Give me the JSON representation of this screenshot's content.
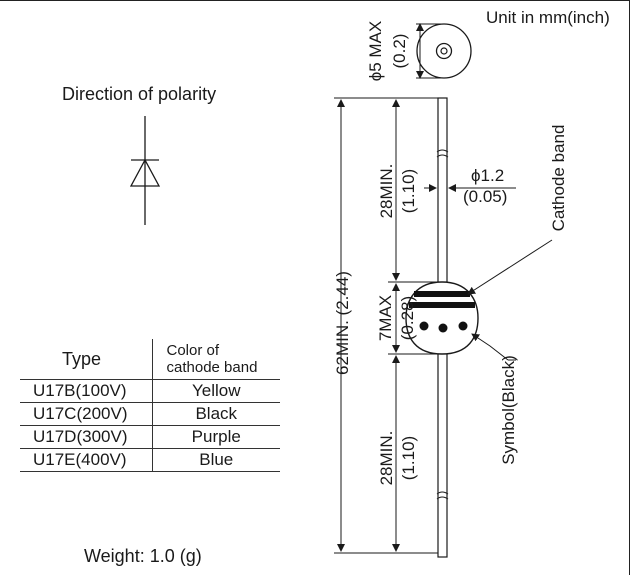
{
  "unit_label": "Unit in mm(inch)",
  "polarity_label": "Direction of polarity",
  "weight_label": "Weight: 1.0 (g)",
  "dimensions": {
    "diameter_max": "ϕ5 MAX",
    "diameter_max_inch": "(0.2)",
    "lead_diameter": "ϕ1.2",
    "lead_diameter_inch": "(0.05)",
    "lead_top": "28MIN.",
    "lead_top_inch": "(1.10)",
    "body_length": "7MAX",
    "body_length_inch": "(0.28)",
    "overall_length": "62MIN. (2.44)",
    "lead_bottom": "28MIN.",
    "lead_bottom_inch": "(1.10)"
  },
  "callouts": {
    "cathode_band": "Cathode band",
    "symbol": "Symbol(Black)"
  },
  "table": {
    "header_type": "Type",
    "header_color_line1": "Color of",
    "header_color_line2": "cathode band",
    "rows": [
      {
        "type": "U17B(100V)",
        "color": "Yellow"
      },
      {
        "type": "U17C(200V)",
        "color": "Black"
      },
      {
        "type": "U17D(300V)",
        "color": "Purple"
      },
      {
        "type": "U17E(400V)",
        "color": "Blue"
      }
    ]
  }
}
